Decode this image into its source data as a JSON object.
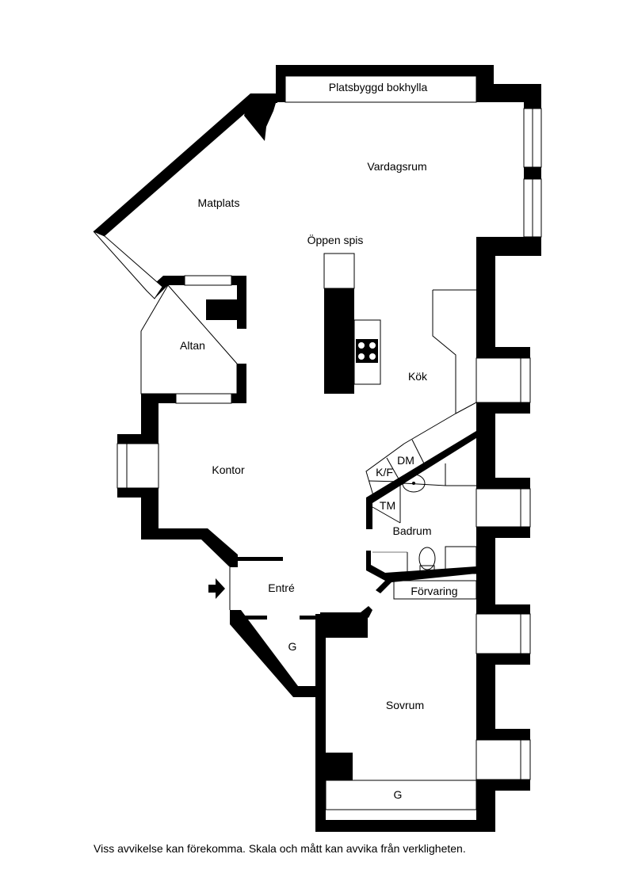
{
  "rooms": {
    "bookshelf": "Platsbyggd bokhylla",
    "living": "Vardagsrum",
    "dining": "Matplats",
    "fireplace": "Öppen spis",
    "balcony": "Altan",
    "kitchen": "Kök",
    "office": "Kontor",
    "dishwasher": "DM",
    "fridge_freezer": "K/F",
    "washer": "TM",
    "bathroom": "Badrum",
    "storage": "Förvaring",
    "entrance": "Entré",
    "wardrobe_hall": "G",
    "bedroom": "Sovrum",
    "wardrobe_bedroom": "G"
  },
  "disclaimer": "Viss avvikelse kan förekomma. Skala och mått kan avvika från verkligheten."
}
